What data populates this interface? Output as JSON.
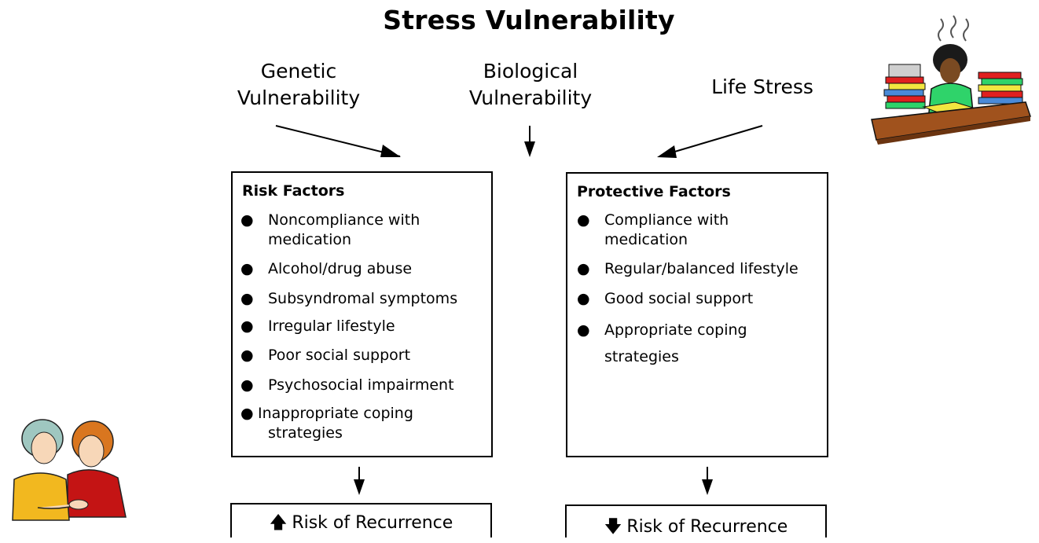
{
  "title": "Stress Vulnerability",
  "sources": {
    "genetic": "Genetic Vulnerability",
    "genetic_line1": "Genetic",
    "genetic_line2": "Vulnerability",
    "biological_line1": "Biological",
    "biological_line2": "Vulnerability",
    "life_stress": "Life Stress"
  },
  "risk": {
    "heading": "Risk Factors",
    "items": [
      {
        "line1": "Noncompliance with",
        "line2": "medication"
      },
      {
        "line1": "Alcohol/drug abuse"
      },
      {
        "line1": "Subsyndromal symptoms"
      },
      {
        "line1": "Irregular lifestyle"
      },
      {
        "line1": "Poor social support"
      },
      {
        "line1": "Psychosocial impairment"
      },
      {
        "line1": "Inappropriate coping",
        "line2": "strategies"
      }
    ]
  },
  "protective": {
    "heading": "Protective Factors",
    "items": [
      {
        "line1": "Compliance with",
        "line2": "medication"
      },
      {
        "line1": "Regular/balanced lifestyle"
      },
      {
        "line1": "Good social support"
      },
      {
        "line1": "Appropriate coping",
        "line2": "strategies"
      }
    ]
  },
  "bullet": "●",
  "results": {
    "increase_glyph": "🡅",
    "increase_label": "Risk of Recurrence",
    "decrease_glyph": "🡇",
    "decrease_label": "Risk of Recurrence"
  },
  "icons": {
    "stressed_person": "stressed-person-clipart",
    "two_friends": "friends-clipart"
  },
  "colors": {
    "line": "#000000",
    "background": "#ffffff"
  }
}
